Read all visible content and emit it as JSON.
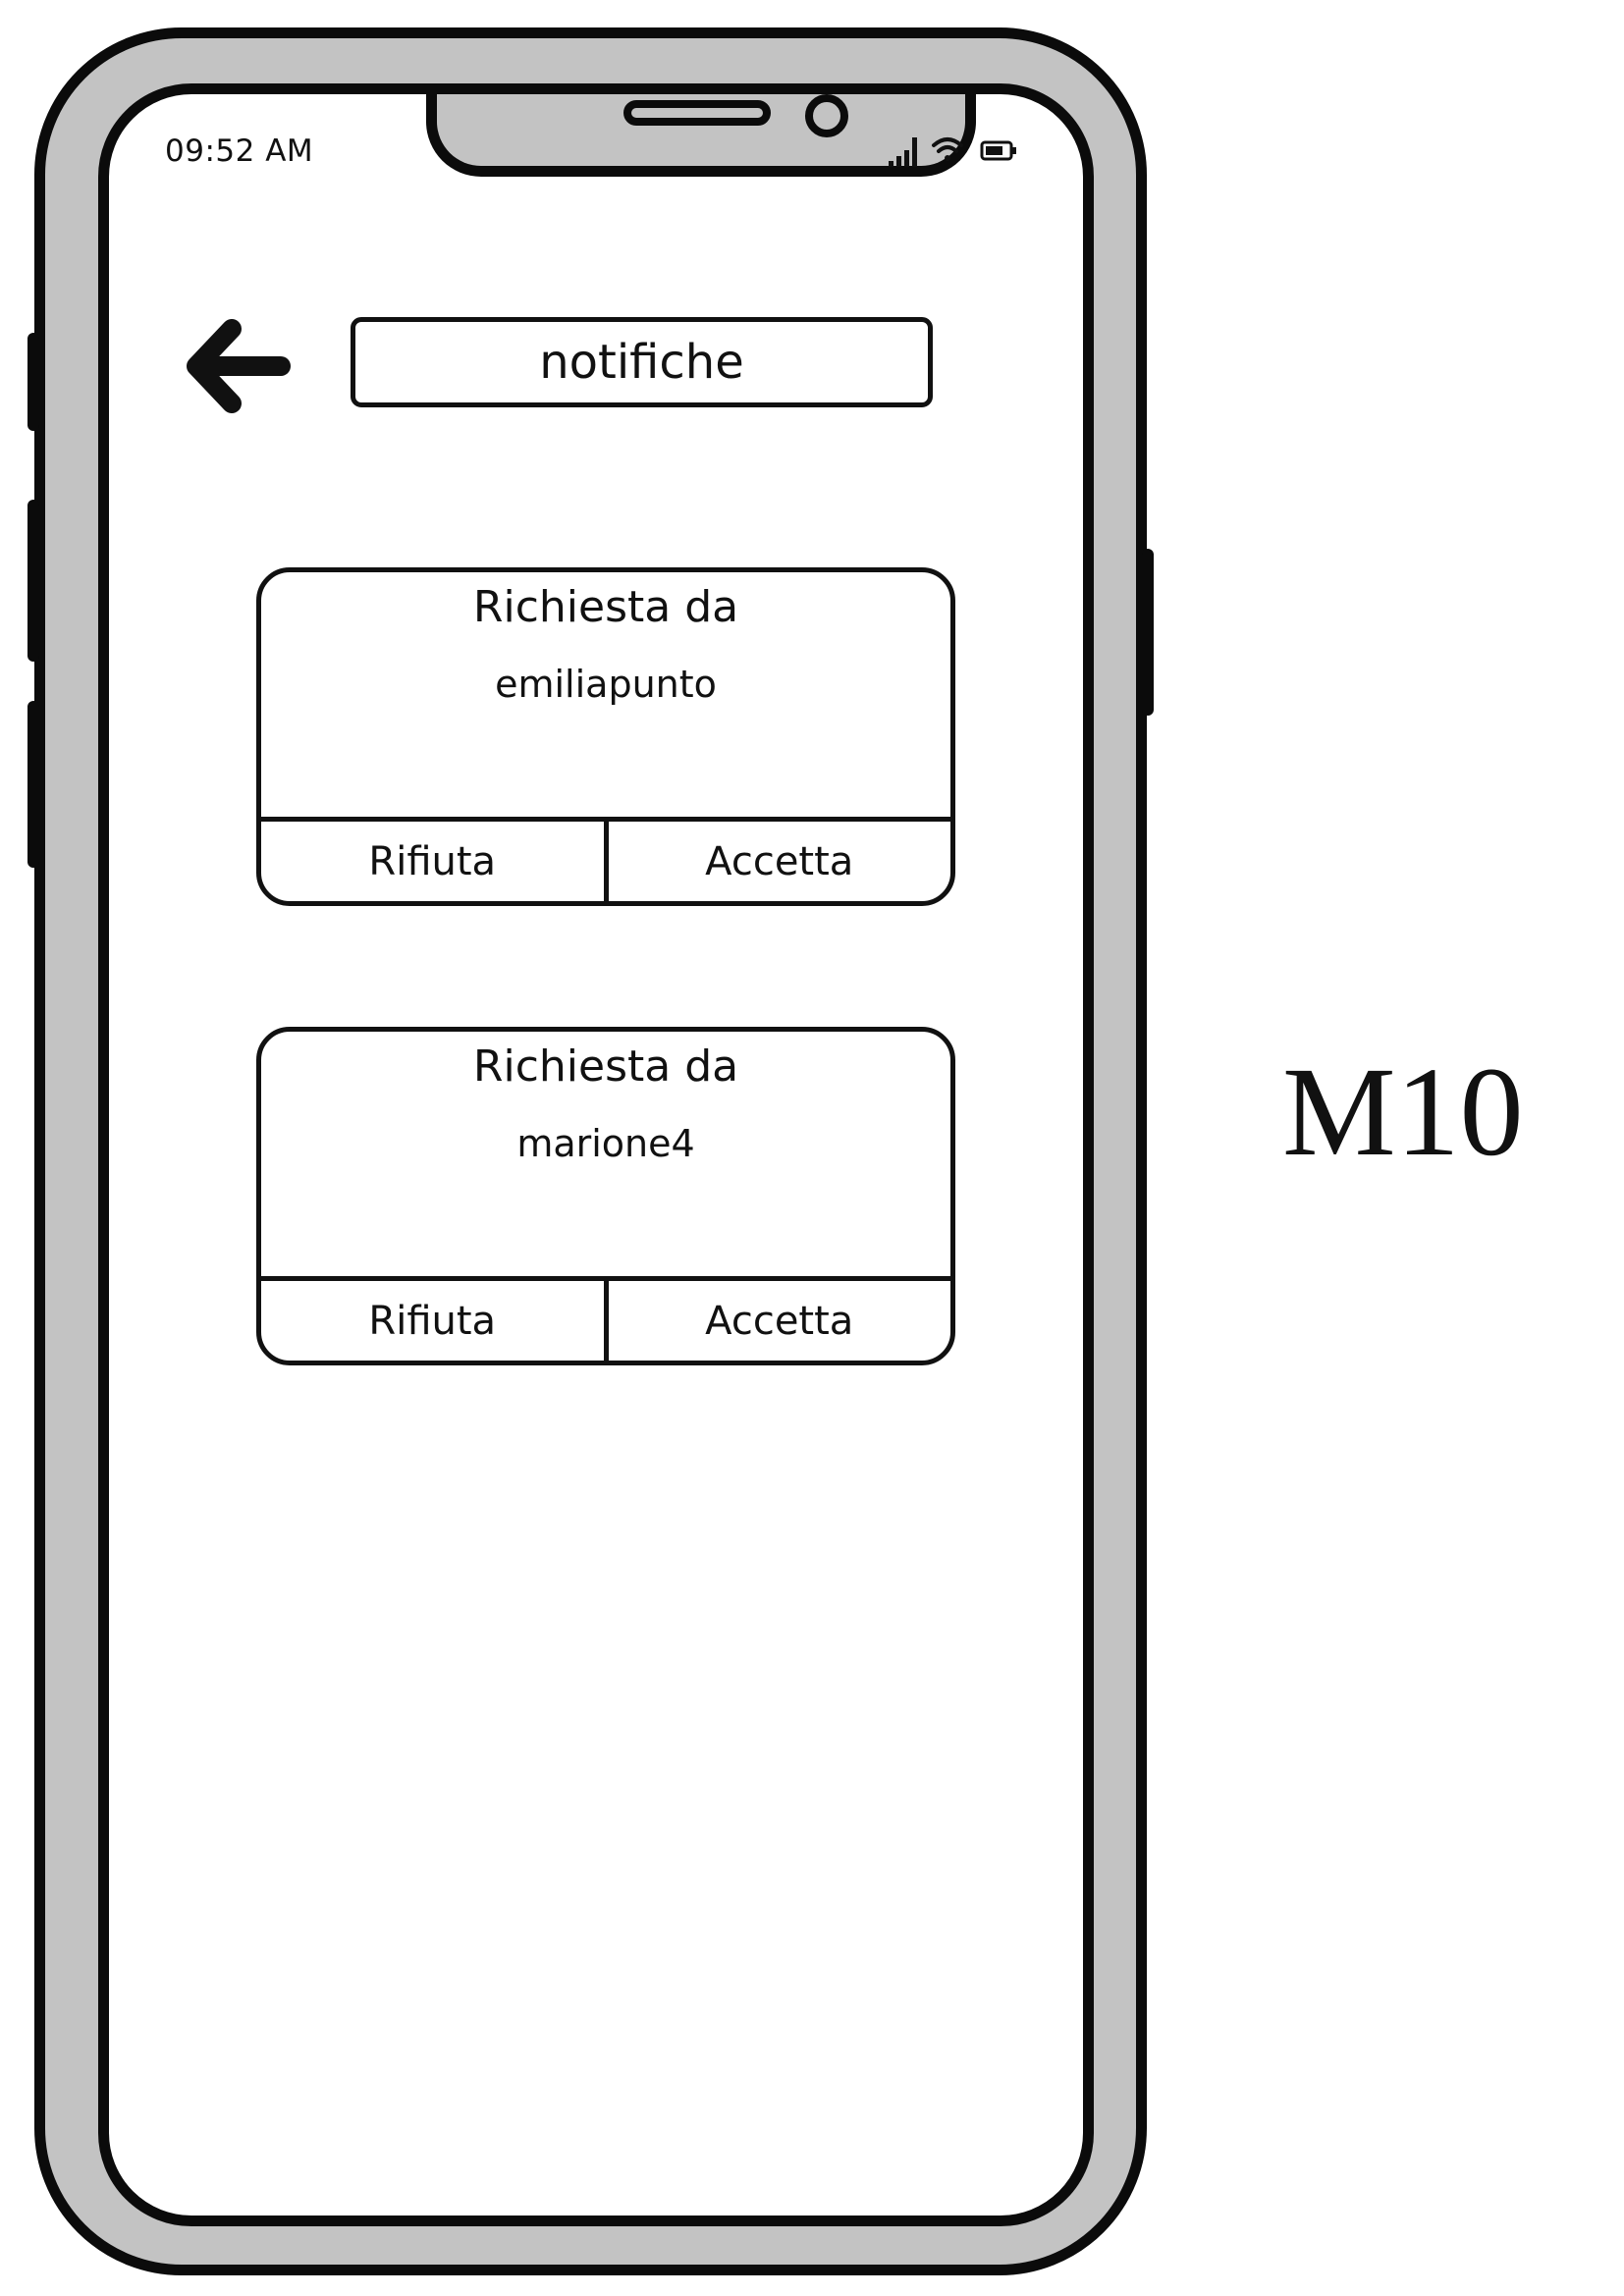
{
  "status_bar": {
    "time": "09:52 AM"
  },
  "header": {
    "title": "notifiche"
  },
  "requests": [
    {
      "title": "Richiesta da",
      "user": "emiliapunto",
      "reject_label": "Rifiuta",
      "accept_label": "Accetta"
    },
    {
      "title": "Richiesta da",
      "user": "marione4",
      "reject_label": "Rifiuta",
      "accept_label": "Accetta"
    }
  ],
  "screen_label": "M10",
  "icons": {
    "back": "arrow-left-icon",
    "signal": "signal-icon",
    "wifi": "wifi-icon",
    "battery": "battery-icon"
  },
  "colors": {
    "frame": "#c3c3c3",
    "stroke": "#0b0b0b",
    "screen": "#ffffff"
  }
}
